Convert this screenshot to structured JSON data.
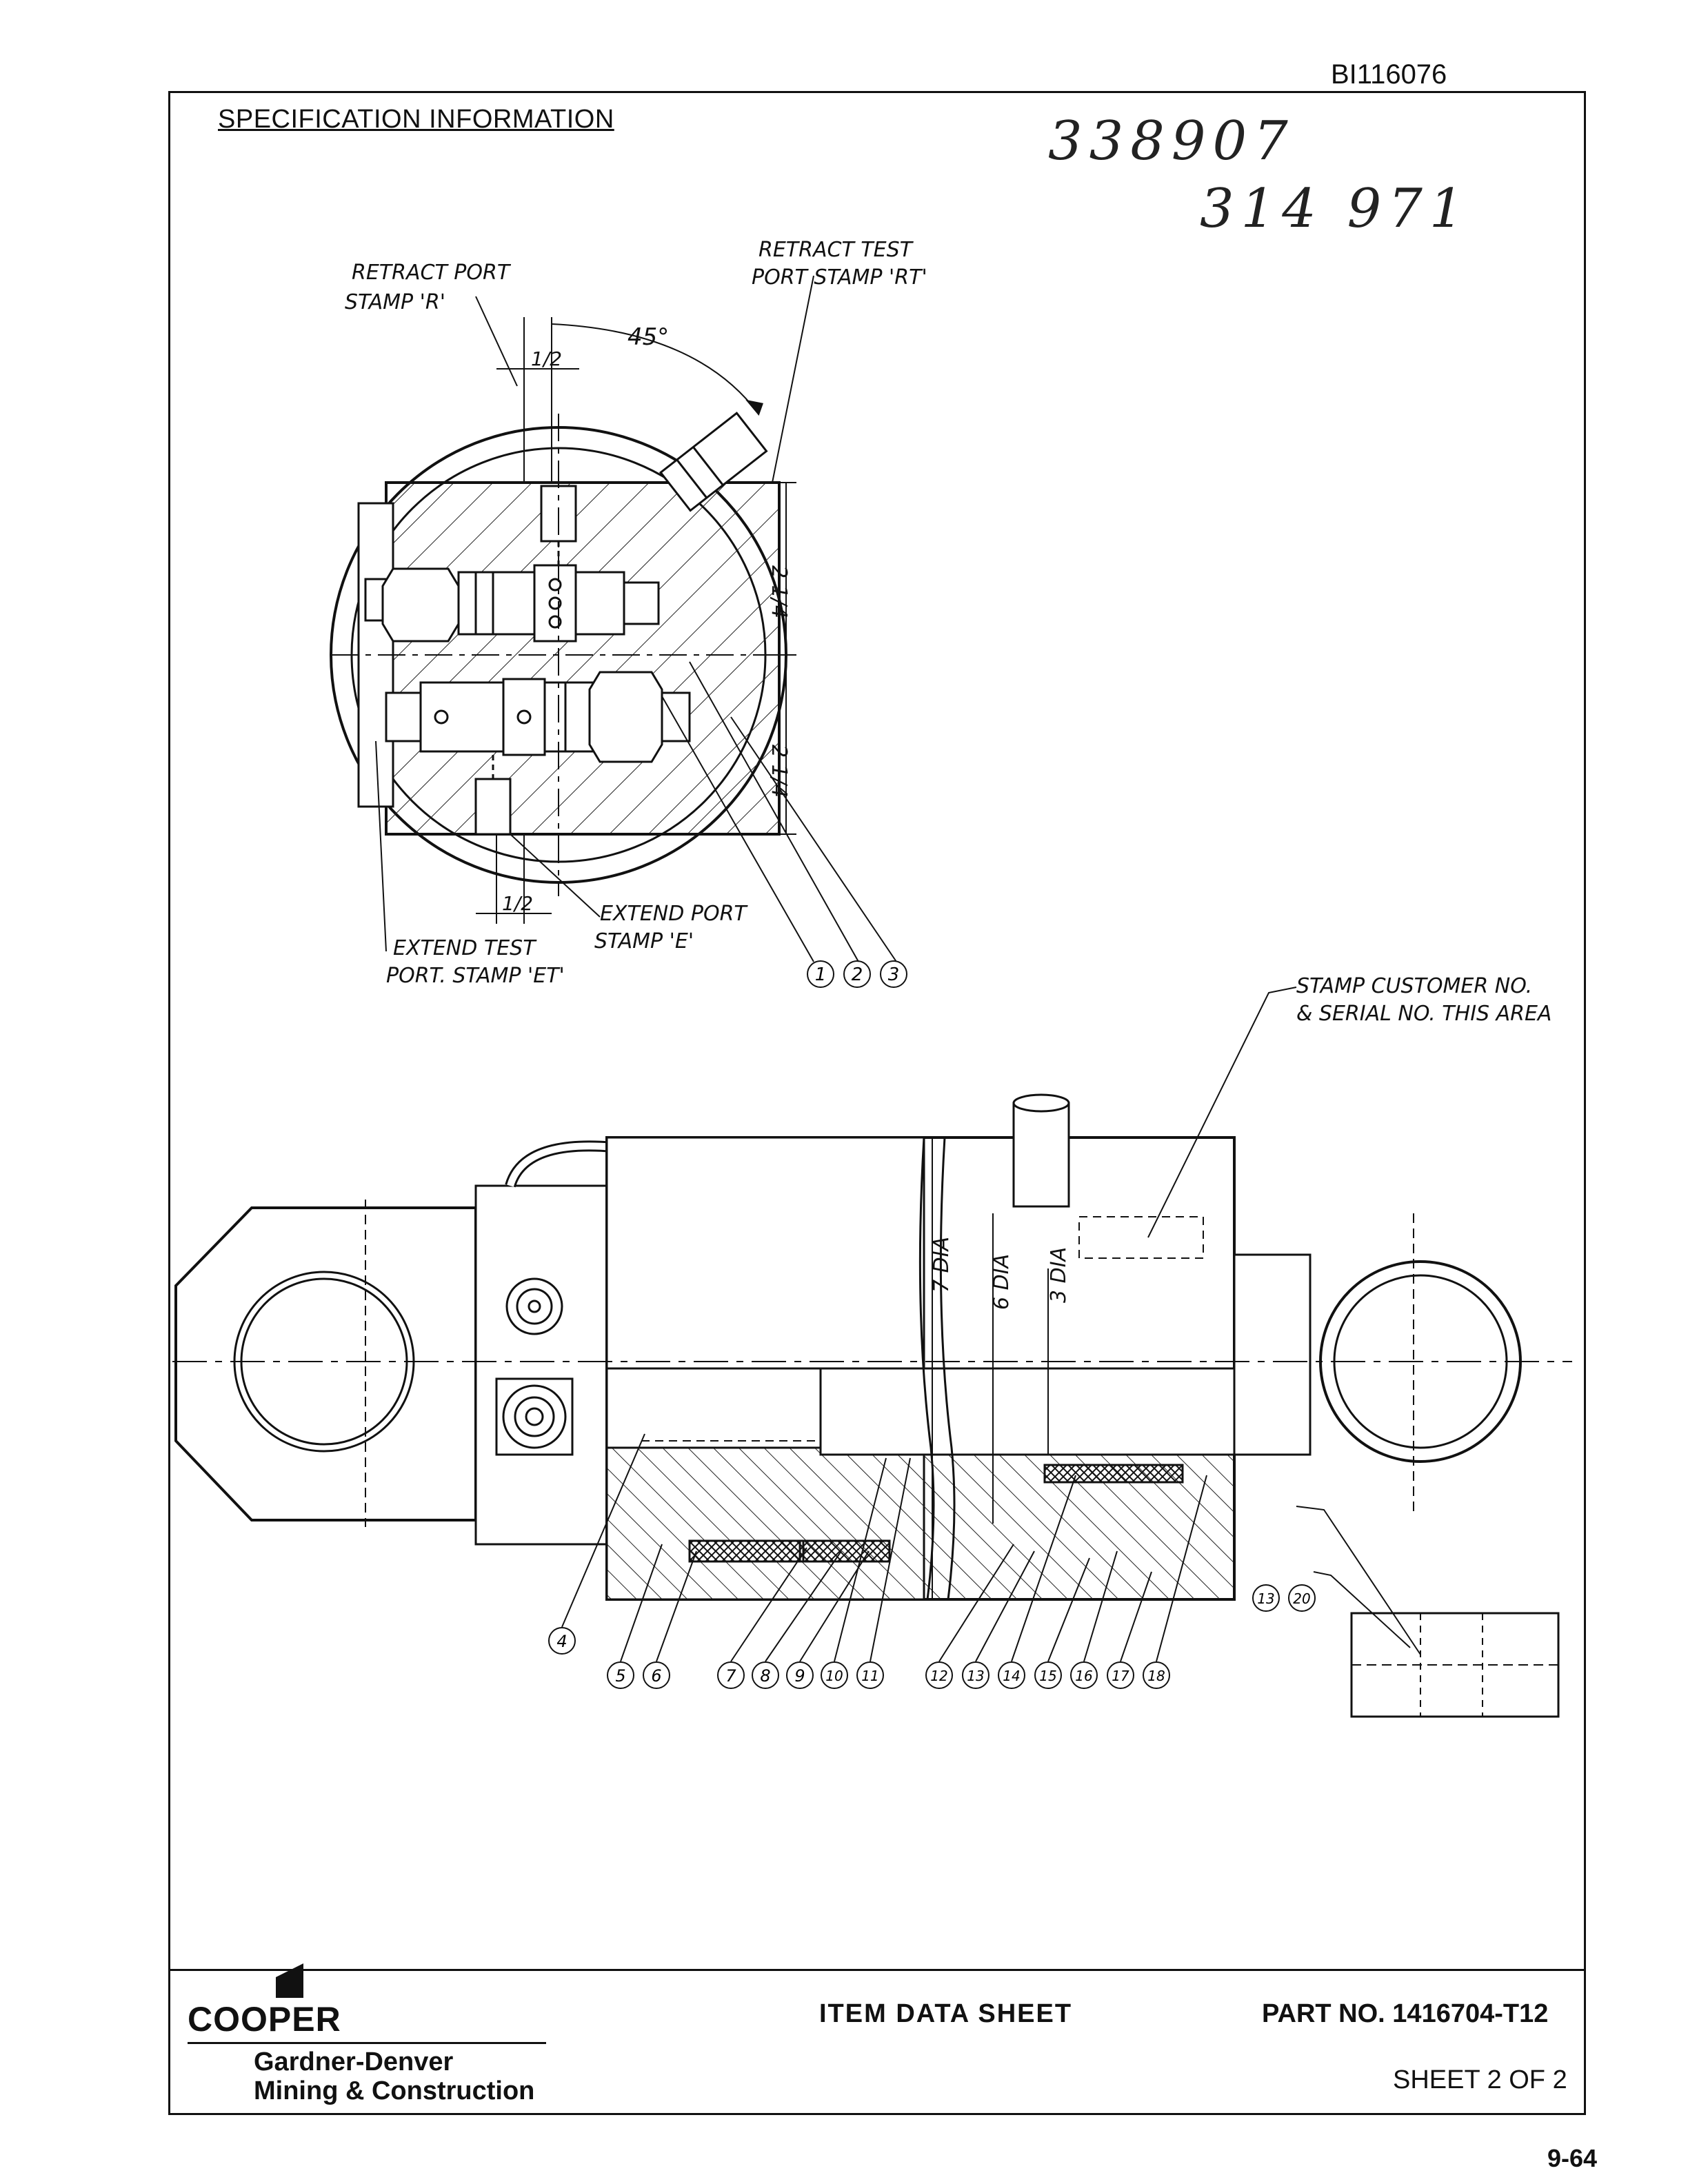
{
  "header": {
    "doc_id": "BI116076",
    "title": "SPECIFICATION INFORMATION",
    "handwritten": [
      "338907",
      "314 971"
    ]
  },
  "port_view": {
    "labels": {
      "retract_port": [
        "RETRACT PORT",
        "STAMP 'R'"
      ],
      "retract_test_port": [
        "RETRACT TEST",
        "PORT STAMP 'RT'"
      ],
      "extend_port": [
        "EXTEND PORT",
        "STAMP 'E'"
      ],
      "extend_test_port": [
        "EXTEND TEST",
        "PORT. STAMP 'ET'"
      ]
    },
    "dims": {
      "angle": "45°",
      "offset_top": "1/2",
      "offset_bottom": "1/2",
      "height_upper": "2 1/4",
      "height_lower": "2 1/4"
    },
    "callouts": [
      "1",
      "2",
      "3"
    ]
  },
  "cylinder_view": {
    "stamp_note": [
      "STAMP CUSTOMER NO.",
      "& SERIAL NO. THIS AREA"
    ],
    "diameters": [
      "7 DIA",
      "6 DIA",
      "3 DIA"
    ],
    "callouts_row1": [
      "4"
    ],
    "callouts_row2": [
      "5",
      "6",
      "7",
      "8",
      "9",
      "10",
      "11",
      "12",
      "13",
      "14",
      "15",
      "16",
      "17",
      "18"
    ],
    "callouts_detail": [
      "13",
      "20"
    ]
  },
  "footer": {
    "brand": "COOPER",
    "company_line1": "Gardner-Denver",
    "company_line2": "Mining & Construction",
    "sheet_type": "ITEM DATA SHEET",
    "part_no": "PART NO. 1416704-T12",
    "sheet": "SHEET 2 OF 2",
    "page": "9-64"
  }
}
